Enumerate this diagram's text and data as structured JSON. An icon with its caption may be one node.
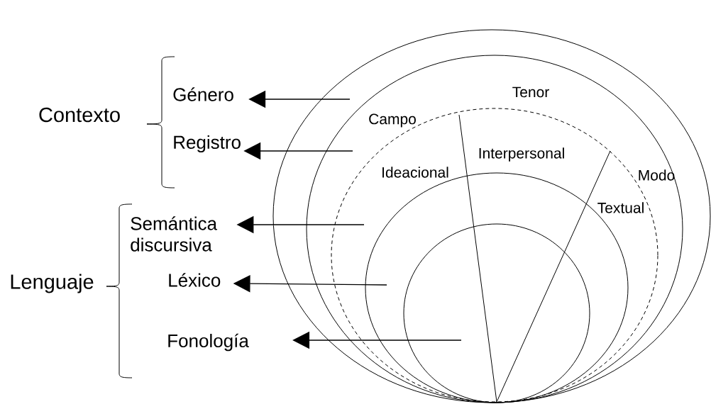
{
  "diagram": {
    "nodes": [
      {
        "text": [
          "Género"
        ]
      },
      {
        "text": [
          "Registro"
        ]
      },
      {
        "text": [
          "Semántica discursiva"
        ]
      },
      {
        "text": [
          "Léxico"
        ]
      },
      {
        "text": [
          "Fonología"
        ]
      },
      {
        "text": [],
        "shape": "circle"
      },
      {
        "text": [],
        "shape": "circle",
        "in": 5
      },
      {
        "text": [],
        "shape": "circle",
        "in": 6
      },
      {
        "text": [],
        "shape": "circle",
        "in": 7
      },
      {
        "text": [],
        "shape": "circle",
        "in": 8
      }
    ],
    "edges": [
      {
        "from": 5,
        "to": 0,
        "arrow": "to"
      },
      {
        "from": 6,
        "to": 1,
        "arrow": "to"
      },
      {
        "from": 7,
        "to": 2,
        "arrow": "to"
      },
      {
        "from": 8,
        "to": 3,
        "arrow": "to"
      },
      {
        "from": 9,
        "to": 4,
        "arrow": "to"
      }
    ],
    "labels": [
      "Contexto",
      "Lenguaje",
      "Tenor",
      "Campo",
      "Interpersonal",
      "Ideacional",
      "Modo",
      "Textual"
    ]
  }
}
